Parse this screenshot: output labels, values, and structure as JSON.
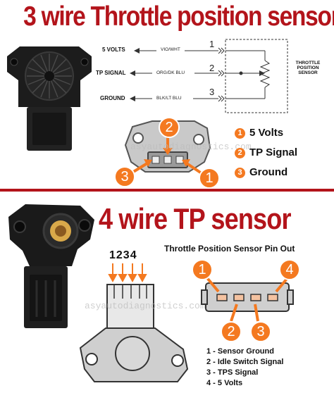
{
  "top": {
    "title": "3 wire Throttle position sensor",
    "wires": [
      {
        "num": "1",
        "label": "5 VOLTS",
        "color": "VIO/WHT"
      },
      {
        "num": "2",
        "label": "TP SIGNAL",
        "color": "ORG/DK BLU"
      },
      {
        "num": "3",
        "label": "GROUND",
        "color": "BLK/LT BLU"
      }
    ],
    "sensor_box_label": "THROTTLE POSITION SENSOR",
    "connector_badges": [
      "1",
      "2",
      "3"
    ],
    "legend": [
      {
        "num": "1",
        "text": "5 Volts"
      },
      {
        "num": "2",
        "text": "TP Signal"
      },
      {
        "num": "3",
        "text": "Ground"
      }
    ],
    "watermark": "asyautodiagnostics.com"
  },
  "bottom": {
    "title": "4 wire TP sensor",
    "pin_numbers": "1234",
    "pinout_title": "Throttle Position Sensor Pin Out",
    "pin_badges": [
      "1",
      "2",
      "3",
      "4"
    ],
    "legend": [
      "1 - Sensor Ground",
      "2 - Idle Switch Signal",
      "3 - TPS Signal",
      "4 - 5 Volts"
    ],
    "watermark": "asyautodiagnostics.com"
  },
  "colors": {
    "title_red": "#b3141b",
    "badge_orange": "#f47920",
    "connector_gray": "#c9c9c9",
    "sensor_black": "#1c1c1c"
  },
  "icons": [
    "tps-3wire-photo",
    "tps-4wire-photo",
    "down-arrow-icon",
    "arrow-icon"
  ]
}
